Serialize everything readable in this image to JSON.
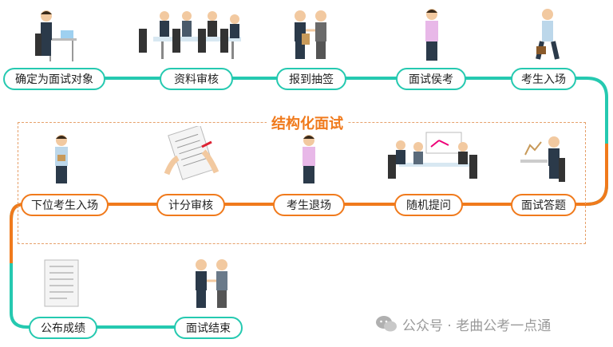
{
  "box_title": "结构化面试",
  "steps_row1": [
    "确定为面试对象",
    "资料审核",
    "报到抽签",
    "面试侯考",
    "考生入场"
  ],
  "steps_row2": [
    "下位考生入场",
    "计分审核",
    "考生退场",
    "随机提问",
    "面试答题"
  ],
  "steps_row3": [
    "公布成绩",
    "面试结束"
  ],
  "watermark": {
    "text": "公众号 · 老曲公考一点通",
    "icon": "wechat-icon"
  },
  "colors": {
    "teal": "#25c9b0",
    "orange": "#f07a1c",
    "dashed_border": "#e6a06a",
    "watermark": "#9a9a9a"
  }
}
